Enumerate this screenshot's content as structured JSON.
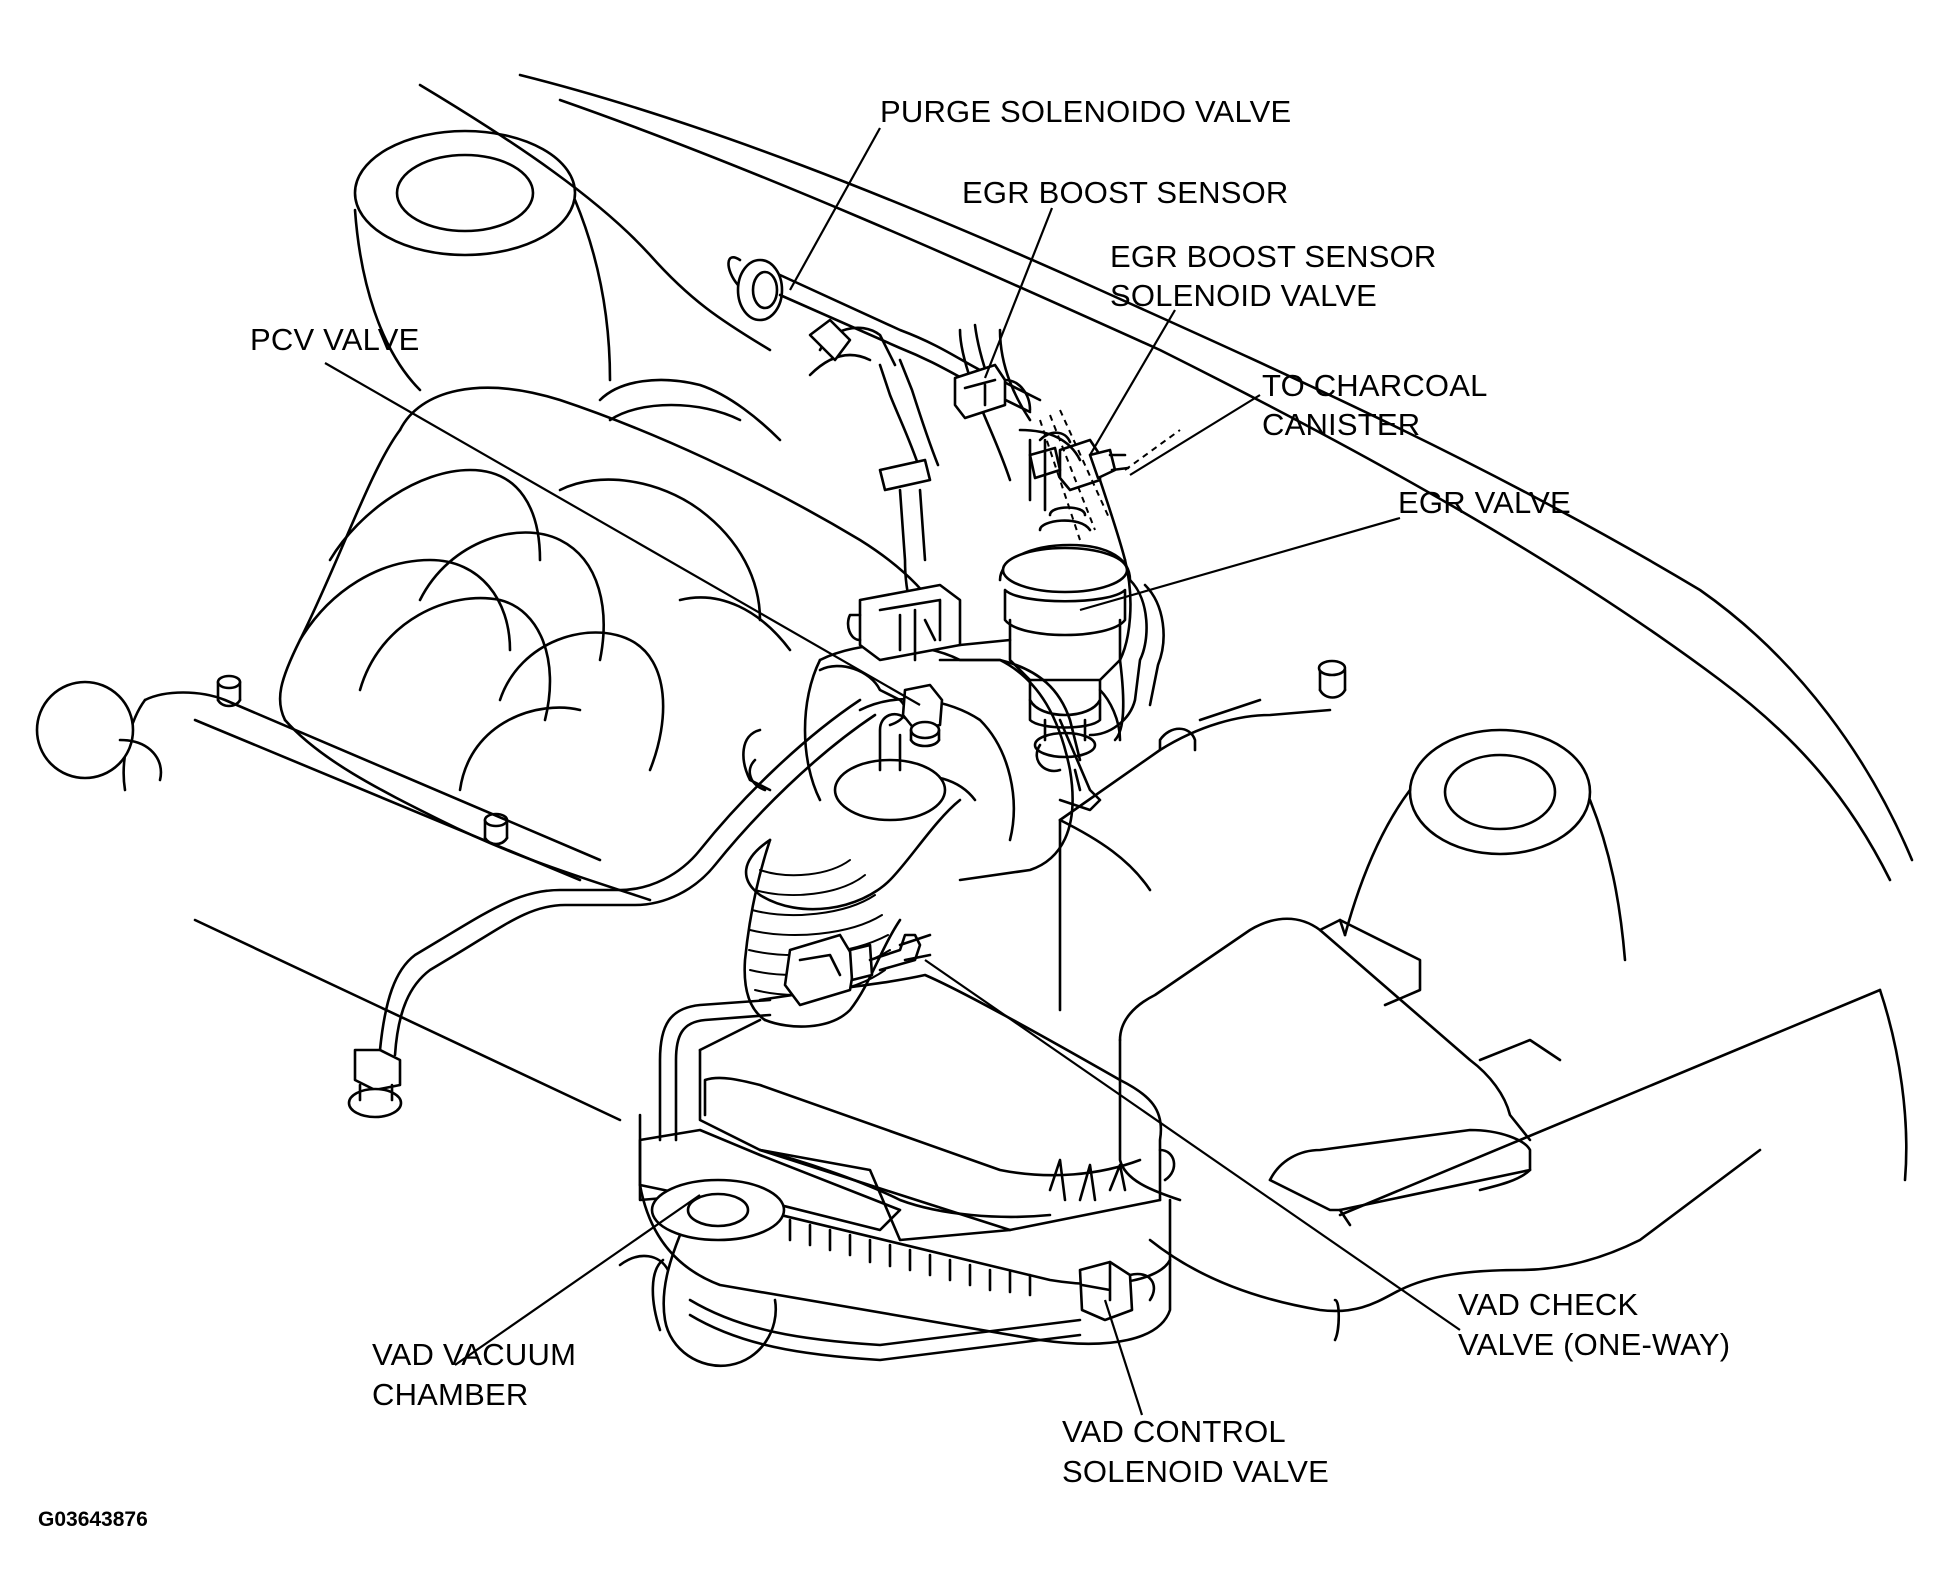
{
  "figure_code": "G03643876",
  "labels": {
    "purge_solenoid_valve": "PURGE SOLENOIDO VALVE",
    "egr_boost_sensor": "EGR BOOST SENSOR",
    "egr_boost_sensor_solenoid_valve_l1": "EGR BOOST SENSOR",
    "egr_boost_sensor_solenoid_valve_l2": "SOLENOID VALVE",
    "pcv_valve": "PCV VALVE",
    "to_charcoal_canister_l1": "TO CHARCOAL",
    "to_charcoal_canister_l2": "CANISTER",
    "egr_valve": "EGR VALVE",
    "vad_check_valve_l1": "VAD CHECK",
    "vad_check_valve_l2": "VALVE (ONE-WAY)",
    "vad_vacuum_chamber_l1": "VAD VACUUM",
    "vad_vacuum_chamber_l2": "CHAMBER",
    "vad_control_solenoid_valve_l1": "VAD CONTROL",
    "vad_control_solenoid_valve_l2": "SOLENOID VALVE"
  }
}
